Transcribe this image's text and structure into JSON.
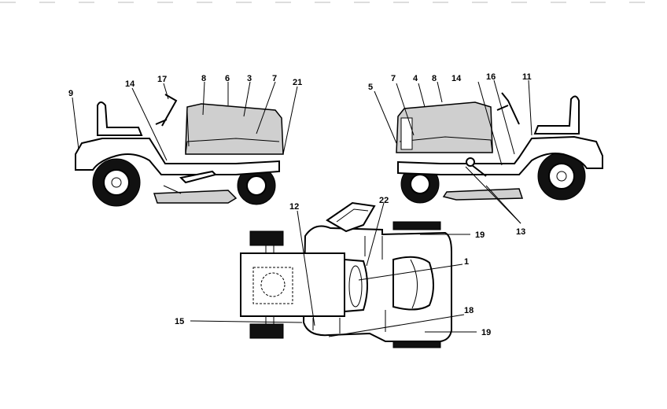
{
  "header_fragments": [
    "",
    "",
    "",
    ""
  ],
  "callouts": {
    "left_view": [
      "9",
      "14",
      "17",
      "8",
      "6",
      "3",
      "7",
      "21"
    ],
    "right_view": [
      "5",
      "7",
      "4",
      "8",
      "14",
      "16",
      "11",
      "13"
    ],
    "top_view": [
      "12",
      "22",
      "19",
      "1",
      "15",
      "18",
      "19"
    ]
  },
  "colors": {
    "line": "#000000",
    "decal": "#cfcfcf",
    "background": "#ffffff"
  }
}
